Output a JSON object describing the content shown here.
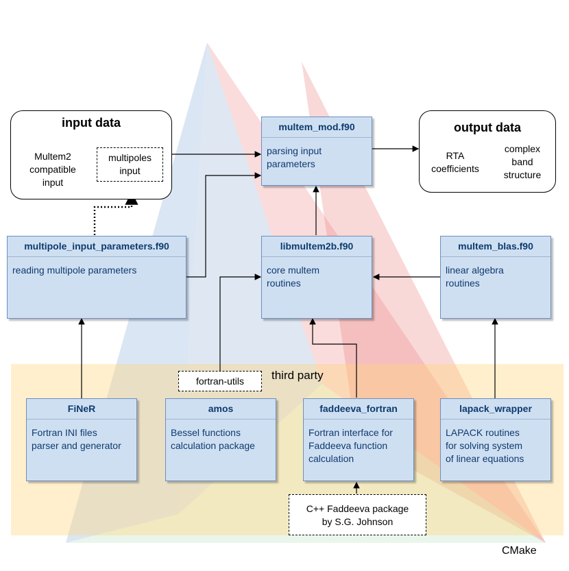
{
  "input_data": {
    "title": "input data",
    "multem2_line1": "Multem2",
    "multem2_line2": "compatible",
    "multem2_line3": "input",
    "multipoles_line1": "multipoles",
    "multipoles_line2": "input"
  },
  "output_data": {
    "title": "output data",
    "rta_line1": "RTA",
    "rta_line2": "coefficients",
    "band_line1": "complex",
    "band_line2": "band",
    "band_line3": "structure"
  },
  "modules": {
    "multem_mod": {
      "name": "multem_mod.f90",
      "line1": "parsing input",
      "line2": "parameters"
    },
    "multipole_input": {
      "name": "multipole_input_parameters.f90",
      "line1": "reading multipole parameters"
    },
    "libmultem2b": {
      "name": "libmultem2b.f90",
      "line1": "core multem",
      "line2": "routines"
    },
    "multem_blas": {
      "name": "multem_blas.f90",
      "line1": "linear algebra",
      "line2": "routines"
    },
    "finer": {
      "name": "FiNeR",
      "line1": "Fortran INI files",
      "line2": "parser and generator"
    },
    "amos": {
      "name": "amos",
      "line1": "Bessel functions",
      "line2": "calculation package"
    },
    "faddeeva_fortran": {
      "name": "faddeeva_fortran",
      "line1": "Fortran interface for",
      "line2": "Faddeeva function",
      "line3": "calculation"
    },
    "lapack_wrapper": {
      "name": "lapack_wrapper",
      "line1": "LAPACK routines",
      "line2": "for solving system",
      "line3": "of linear equations"
    }
  },
  "fortran_utils": "fortran-utils",
  "faddeeva_pkg": {
    "line1": "C++ Faddeeva package",
    "line2": "by S.G. Johnson"
  },
  "third_party_label": "third party",
  "cmake_label": "CMake",
  "colors": {
    "module_fill": "#cfdff2",
    "module_border": "#6c8ebf",
    "module_text": "#0d3b6e",
    "third_party_band": "#ffe9a8",
    "logo_blue": "#7fa6d9",
    "logo_red": "#f08a8a",
    "logo_green": "#9fd4a8"
  }
}
